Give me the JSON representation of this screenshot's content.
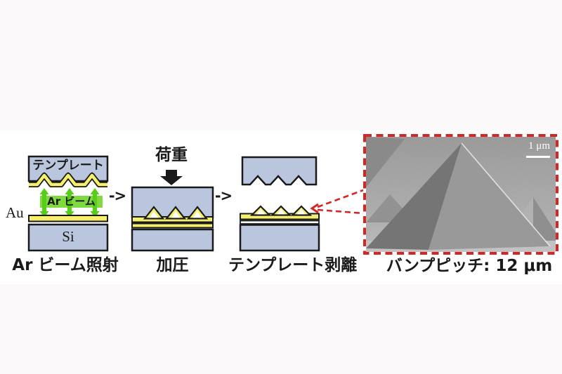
{
  "page": {
    "outer_bg": "#fcf9fb",
    "band_bg": "#ffffff"
  },
  "figure": {
    "steps": [
      {
        "caption": "Ar ビーム照射",
        "template_label": "テンプレート",
        "beam_label": "Ar ビーム",
        "metal_label": "Au",
        "substrate_label": "Si"
      },
      {
        "caption": "加圧",
        "load_label": "荷重"
      },
      {
        "caption": "テンプレート剥離"
      }
    ],
    "step_arrow": "->",
    "sem": {
      "scale_label": "1 μm",
      "caption": "バンプピッチ: 12 μm"
    },
    "colors": {
      "substrate_blue": "#b9c6de",
      "gold_yellow": "#f6ee6d",
      "beam_green": "#7fda3f",
      "accent_red": "#d32626",
      "ink_black": "#1a1a1a"
    }
  }
}
